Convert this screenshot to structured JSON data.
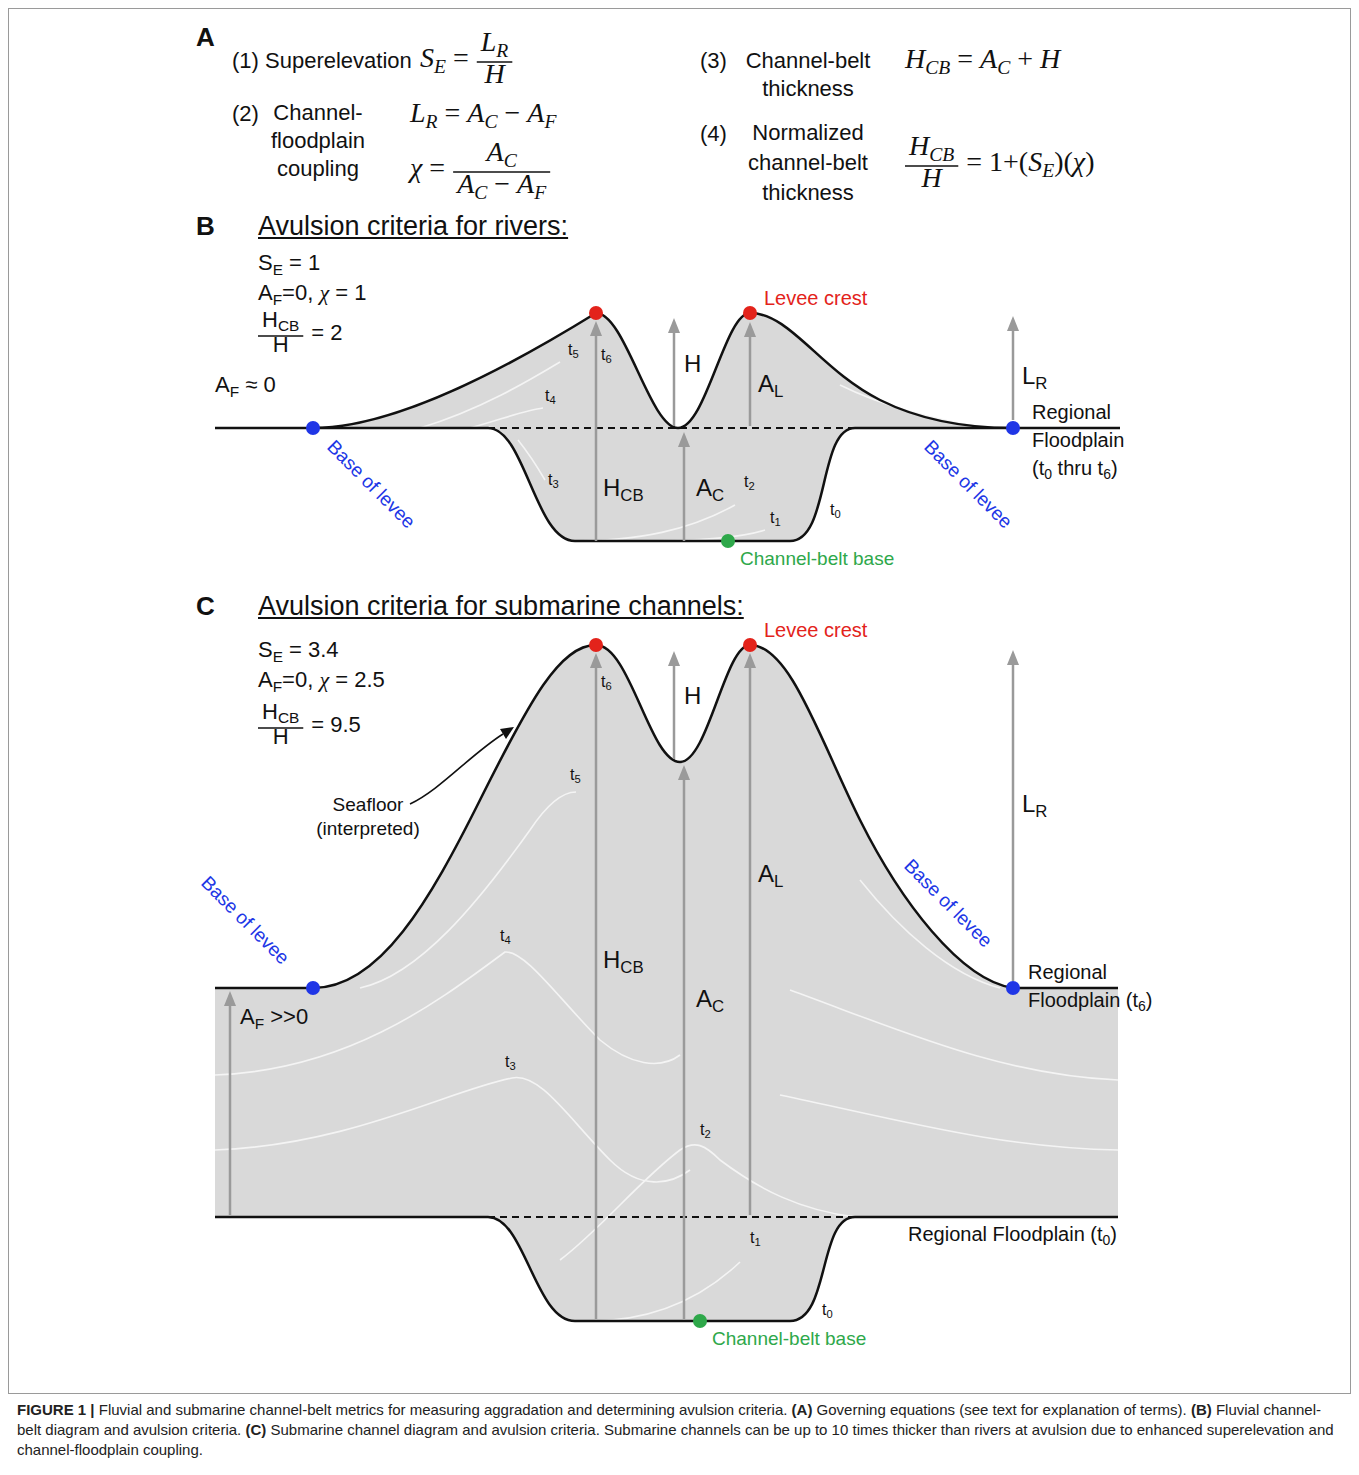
{
  "diagram": {
    "caption": "FIGURE 1 | Fluvial and submarine channel-belt metrics for measuring aggradation and determining avulsion criteria. (A) Governing equations (see text for explanation of terms). (B) Fluvial channel-belt diagram and avulsion criteria. (C) Submarine channel diagram and avulsion criteria. Submarine channels can be up to 10 times thicker than rivers at avulsion due to enhanced superelevation and channel-floodplain coupling.",
    "labels": [
      "A",
      "(1) Superelevation",
      "SE =",
      "LR",
      "H",
      "(3)",
      "Channel-belt thickness",
      "HCB = AC + H",
      "(2)",
      "Channel- floodplain coupling",
      "LR = AC − AF",
      "χ =",
      "AC",
      "AC − AF",
      "(4)",
      "Normalized channel-belt thickness",
      "HCB",
      "H",
      "= 1+(SE)(χ)",
      "B",
      "Avulsion criteria for rivers:",
      "SE = 1",
      "AF=0, χ = 1",
      "HCB",
      "H",
      "= 2",
      "Levee crest",
      "t5",
      "t6",
      "H",
      "AL",
      "LR",
      "t4",
      "AF ≈ 0",
      "Base of levee",
      "Regional Floodplain (t0 thru t6)",
      "Base of levee",
      "t3",
      "HCB",
      "AC",
      "t2",
      "t1",
      "t0",
      "Channel-belt base",
      "C",
      "Avulsion criteria for submarine channels:",
      "SE = 3.4",
      "AF=0, χ = 2.5",
      "HCB",
      "H",
      "= 9.5",
      "Levee crest",
      "t6",
      "H",
      "t5",
      "LR",
      "Seafloor (interpreted)",
      "AL",
      "Base of levee",
      "Base of levee",
      "t4",
      "HCB",
      "AC",
      "AF >>0",
      "Regional Floodplain (t6)",
      "t3",
      "t2",
      "Regional Floodplain (t0)",
      "t1",
      "t0",
      "Channel-belt base"
    ]
  }
}
